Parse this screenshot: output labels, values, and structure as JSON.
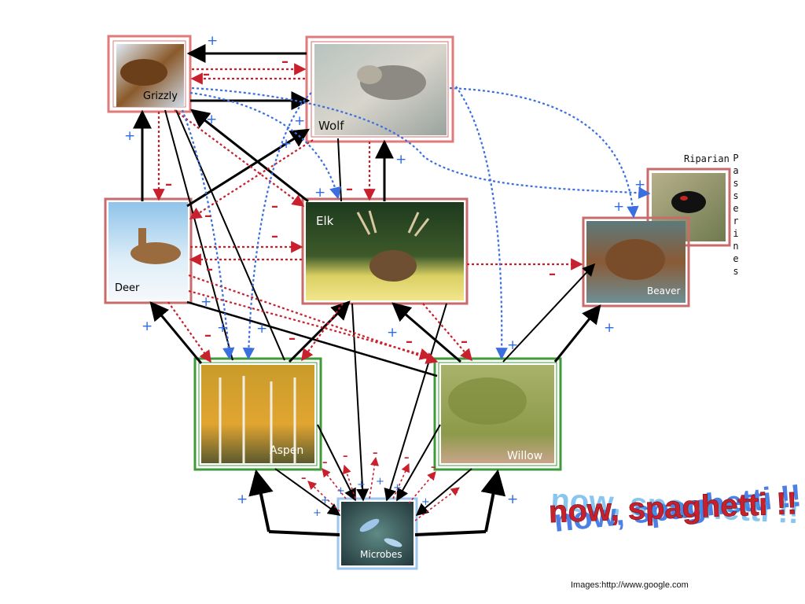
{
  "diagram": {
    "nodes": [
      {
        "id": "grizzly",
        "label": "Grizzly"
      },
      {
        "id": "wolf",
        "label": "Wolf"
      },
      {
        "id": "deer",
        "label": "Deer"
      },
      {
        "id": "elk",
        "label": "Elk"
      },
      {
        "id": "beaver",
        "label": "Beaver"
      },
      {
        "id": "passerines",
        "label": "Riparian"
      },
      {
        "id": "aspen",
        "label": "Aspen"
      },
      {
        "id": "willow",
        "label": "Willow"
      },
      {
        "id": "microbes",
        "label": "Microbes"
      }
    ],
    "passerines_vertical": "Passerines",
    "signs": {
      "positive": "+",
      "negative": "–"
    },
    "colors": {
      "animal_frame": "#d0625f",
      "plant_frame": "#3f9b3a",
      "microbe_frame": "#7fb6e6",
      "feeding_arrow": "#000000",
      "positive_effect": "#3b6fe0",
      "negative_effect": "#c8202c"
    },
    "tagline": "now, spaghetti !!",
    "credit": "Images:http://www.google.com"
  }
}
